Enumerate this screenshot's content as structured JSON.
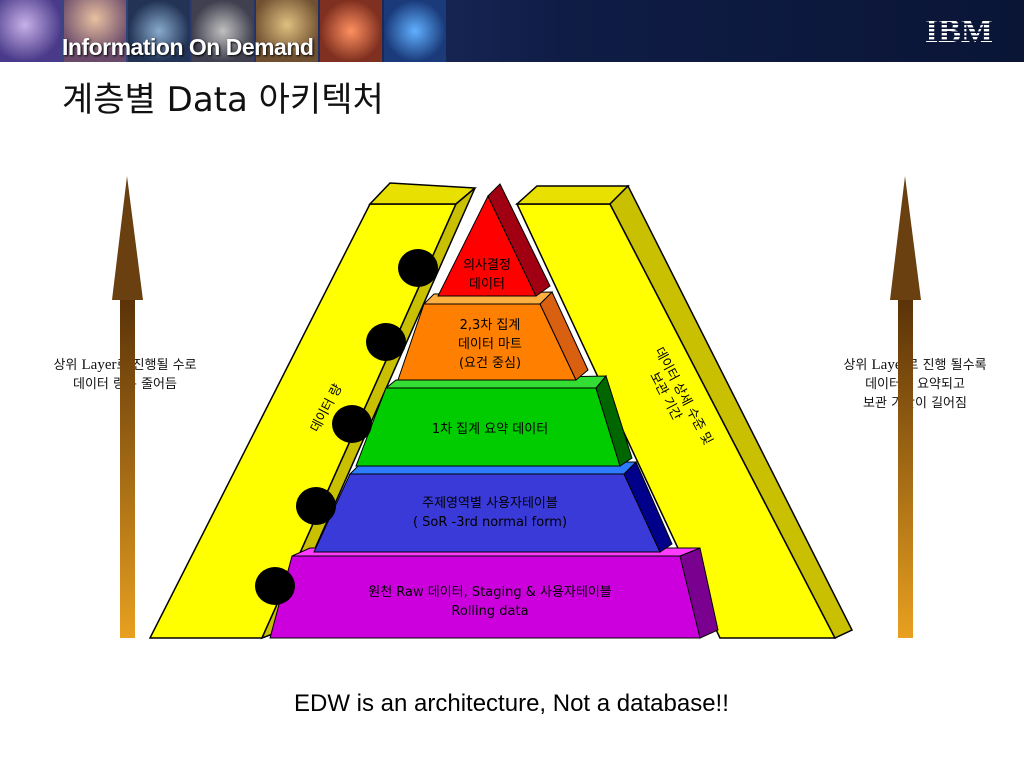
{
  "header": {
    "brand": "Information On Demand",
    "logo_text": "IBM"
  },
  "title": "계층별 Data 아키텍처",
  "left_note": {
    "line1_latin": "Layer",
    "line1_pre": "상위 ",
    "line1_post": "로 진행될 수로",
    "line2": "데이터 량은 줄어듬"
  },
  "right_note": {
    "line1_pre": "상위 ",
    "line1_latin": "Layer",
    "line1_post": "로 진행 될수록",
    "line2": "데이터는 요약되고",
    "line3": "보관 기간이 길어짐"
  },
  "diagram": {
    "left_band_label": "데이터 량",
    "right_band_label_1": "데이터 상세 수준 및",
    "right_band_label_2": "보관 기간",
    "tiers": [
      {
        "line1": "의사결정",
        "line2": "데이터",
        "line3": "",
        "color": "#ff0000",
        "side": "#a00012",
        "top": "#ff3333"
      },
      {
        "line1": "2,3차 집계",
        "line2": "데이터 마트",
        "line3": "(요건 중심)",
        "color": "#ff8000",
        "side": "#d86010",
        "top": "#ffb040"
      },
      {
        "line1": "1차 집계 요약 데이터",
        "line2": "",
        "line3": "",
        "color": "#00cc00",
        "side": "#006600",
        "top": "#33dd33"
      },
      {
        "line1": "주제영역별 사용자테이블",
        "line2": "( SoR -3rd normal form)",
        "line3": "",
        "color": "#3a3ad8",
        "side": "#00008a",
        "top": "#2d7bff"
      },
      {
        "line1": "원천 Raw 데이터, Staging & 사용자테이블",
        "line2": "Rolling data",
        "line3": "",
        "color": "#cc00dd",
        "side": "#7a0090",
        "top": "#ff3cff"
      }
    ],
    "band_color": "#ffff00",
    "arrow_color": "#7a4d10"
  },
  "footer": "EDW is an architecture, Not a database!!"
}
